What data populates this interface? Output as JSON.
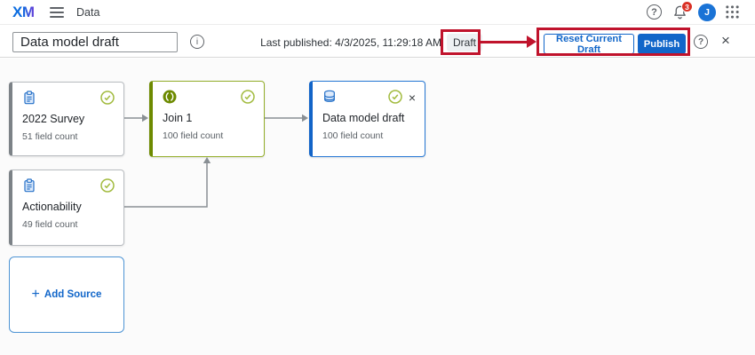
{
  "topbar": {
    "logo": "XM",
    "nav_item": "Data",
    "notification_count": "3",
    "avatar_initial": "J"
  },
  "toolbar": {
    "title_value": "Data model draft",
    "last_published": "Last published: 4/3/2025, 11:29:18 AM",
    "status_badge": "Draft",
    "reset_button": "Reset Current Draft",
    "publish_button": "Publish"
  },
  "canvas": {
    "nodes": [
      {
        "title": "2022 Survey",
        "subtitle": "51 field count",
        "type": "source"
      },
      {
        "title": "Join 1",
        "subtitle": "100 field count",
        "type": "join"
      },
      {
        "title": "Data model draft",
        "subtitle": "100 field count",
        "type": "output"
      },
      {
        "title": "Actionability",
        "subtitle": "49 field count",
        "type": "source"
      }
    ],
    "add_source": "Add Source"
  },
  "icons": {
    "help": "?",
    "info": "i",
    "close": "×",
    "plus": "+"
  },
  "colors": {
    "accent_blue": "#1166c9",
    "join_green": "#6d8a00",
    "status_check_green": "#a2bb3f",
    "annotation_red": "#c0132c"
  }
}
